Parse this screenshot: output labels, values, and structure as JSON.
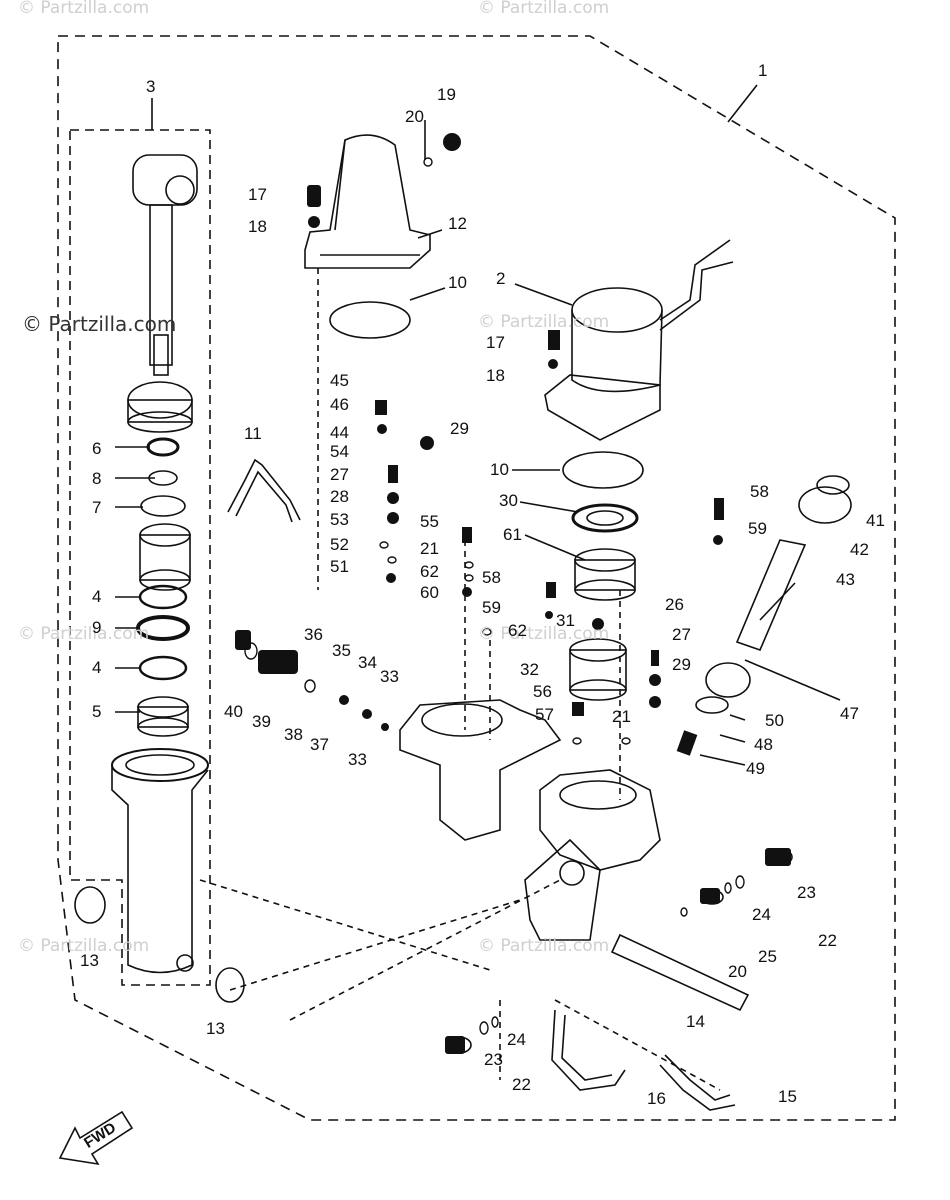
{
  "watermarks": {
    "top_left": "© Partzilla.com",
    "top_center": "© Partzilla.com",
    "mid_left": "© Partzilla.com",
    "mid_center": "© Partzilla.com",
    "row2_left": "© Partzilla.com",
    "row2_center": "© Partzilla.com",
    "row3_left": "© Partzilla.com",
    "row3_center": "© Partzilla.com"
  },
  "direction_label": "FWD",
  "callouts": {
    "c1": "1",
    "c2": "2",
    "c3": "3",
    "c4a": "4",
    "c4b": "4",
    "c5": "5",
    "c6": "6",
    "c7": "7",
    "c8": "8",
    "c9": "9",
    "c10a": "10",
    "c10b": "10",
    "c11": "11",
    "c12": "12",
    "c13a": "13",
    "c13b": "13",
    "c14": "14",
    "c15": "15",
    "c16": "16",
    "c17a": "17",
    "c17b": "17",
    "c18a": "18",
    "c18b": "18",
    "c19": "19",
    "c20a": "20",
    "c20b": "20",
    "c21a": "21",
    "c21b": "21",
    "c22a": "22",
    "c22b": "22",
    "c23a": "23",
    "c23b": "23",
    "c24a": "24",
    "c24b": "24",
    "c25": "25",
    "c26": "26",
    "c27a": "27",
    "c27b": "27",
    "c28": "28",
    "c29a": "29",
    "c29b": "29",
    "c30": "30",
    "c31": "31",
    "c32": "32",
    "c33a": "33",
    "c33b": "33",
    "c34": "34",
    "c35": "35",
    "c36": "36",
    "c37": "37",
    "c38": "38",
    "c39": "39",
    "c40": "40",
    "c41": "41",
    "c42": "42",
    "c43": "43",
    "c44": "44",
    "c45": "45",
    "c46": "46",
    "c47": "47",
    "c48": "48",
    "c49": "49",
    "c50": "50",
    "c51": "51",
    "c52": "52",
    "c53": "53",
    "c54": "54",
    "c55": "55",
    "c56": "56",
    "c57": "57",
    "c58a": "58",
    "c58b": "58",
    "c59a": "59",
    "c59b": "59",
    "c60": "60",
    "c61": "61",
    "c62a": "62",
    "c62b": "62"
  }
}
